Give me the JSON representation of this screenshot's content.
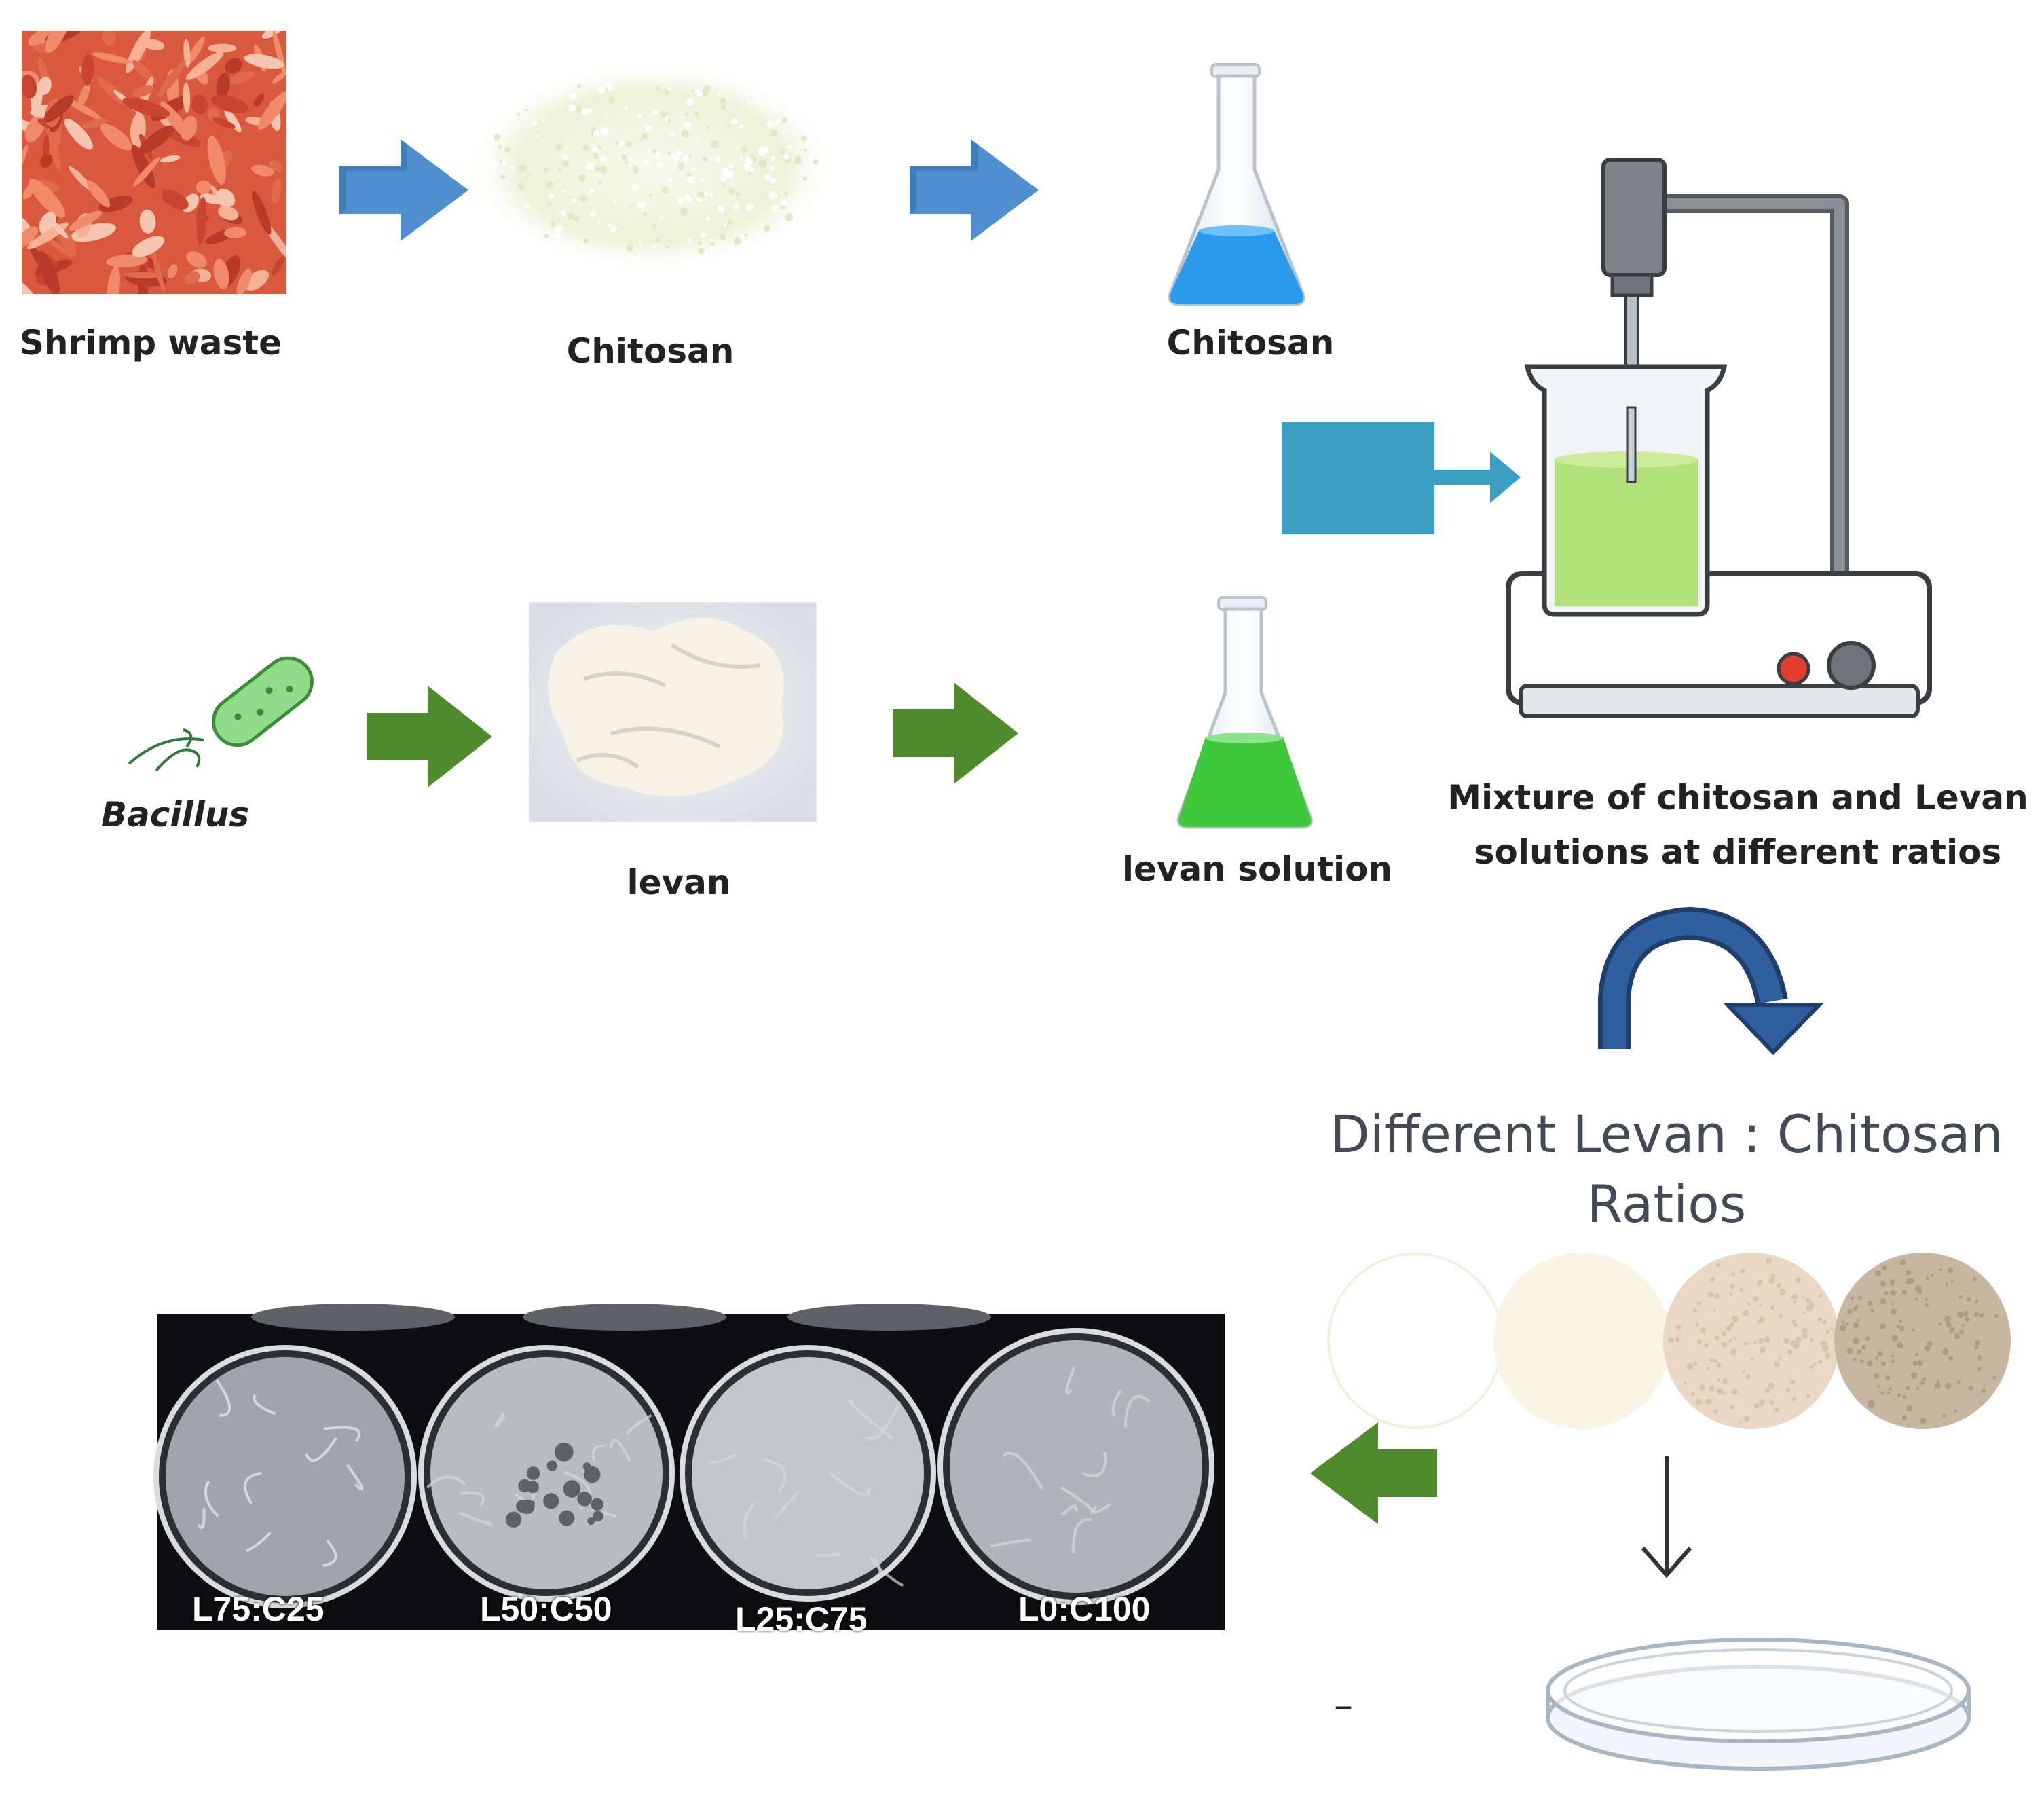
{
  "labels": {
    "shrimp_waste": "Shrimp waste",
    "chitosan_powder": "Chitosan",
    "chitosan_solution": "Chitosan",
    "bacillus": "Bacillus",
    "levan": "levan",
    "levan_solution": "levan solution",
    "mixture_line1": "Mixture of chitosan and Levan",
    "mixture_line2": "solutions at different ratios",
    "ratios_line1": "Different Levan : Chitosan",
    "ratios_line2": "Ratios",
    "stray_mark": "–"
  },
  "films": [
    {
      "label": "L75:C25"
    },
    {
      "label": "L50:C50"
    },
    {
      "label": "L25:C75"
    },
    {
      "label": "L0:C100"
    }
  ],
  "colors": {
    "blue_arrow": "#4f8fcf",
    "green_arrow": "#4f8a2d",
    "curved_arrow": "#2f5f9e",
    "teal_block": "#3a9fc2",
    "chitosan_liquid": "#2a9bea",
    "levan_liquid": "#3fc83a",
    "mixture_liquid": "#b2e07a",
    "shrimp": "#e0664a",
    "bacillus": "#8fdc8a"
  },
  "icons": [
    "shrimp-waste-image",
    "chitosan-powder-image",
    "erlenmeyer-flask-icon",
    "bacillus-icon",
    "levan-image",
    "overhead-stirrer-icon",
    "ratio-discs",
    "petri-dish-icon",
    "film-plates-photo"
  ]
}
